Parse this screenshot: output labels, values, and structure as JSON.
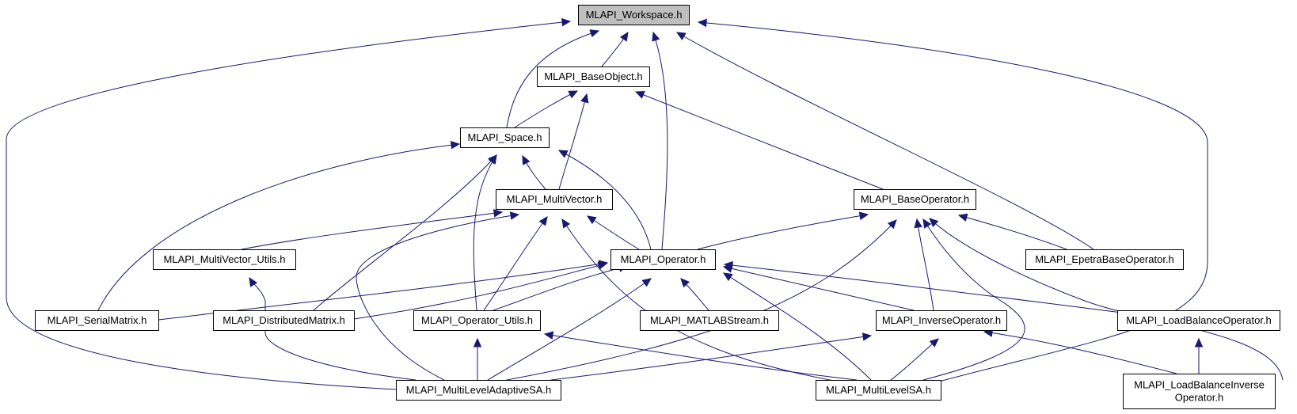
{
  "diagram": {
    "root": "workspace",
    "nodes": [
      {
        "id": "workspace",
        "label": "MLAPI_Workspace.h",
        "highlighted": true
      },
      {
        "id": "baseobject",
        "label": "MLAPI_BaseObject.h"
      },
      {
        "id": "space",
        "label": "MLAPI_Space.h"
      },
      {
        "id": "multivector",
        "label": "MLAPI_MultiVector.h"
      },
      {
        "id": "baseoperator",
        "label": "MLAPI_BaseOperator.h"
      },
      {
        "id": "mvutils",
        "label": "MLAPI_MultiVector_Utils.h"
      },
      {
        "id": "operator",
        "label": "MLAPI_Operator.h"
      },
      {
        "id": "epetrabaseop",
        "label": "MLAPI_EpetraBaseOperator.h"
      },
      {
        "id": "serialmatrix",
        "label": "MLAPI_SerialMatrix.h"
      },
      {
        "id": "distmatrix",
        "label": "MLAPI_DistributedMatrix.h"
      },
      {
        "id": "oputils",
        "label": "MLAPI_Operator_Utils.h"
      },
      {
        "id": "matlabstream",
        "label": "MLAPI_MATLABStream.h"
      },
      {
        "id": "inverseop",
        "label": "MLAPI_InverseOperator.h"
      },
      {
        "id": "loadbalanceop",
        "label": "MLAPI_LoadBalanceOperator.h"
      },
      {
        "id": "mladaptivesa",
        "label": "MLAPI_MultiLevelAdaptiveSA.h"
      },
      {
        "id": "mlsa",
        "label": "MLAPI_MultiLevelSA.h"
      },
      {
        "id": "lbinverseop",
        "label": [
          "MLAPI_LoadBalanceInverse",
          "Operator.h"
        ]
      }
    ],
    "edges": [
      {
        "from": "baseobject",
        "to": "workspace"
      },
      {
        "from": "space",
        "to": "workspace"
      },
      {
        "from": "operator",
        "to": "workspace"
      },
      {
        "from": "epetrabaseop",
        "to": "workspace"
      },
      {
        "from": "mladaptivesa",
        "to": "workspace"
      },
      {
        "from": "mlsa",
        "to": "workspace"
      },
      {
        "from": "space",
        "to": "baseobject"
      },
      {
        "from": "multivector",
        "to": "baseobject"
      },
      {
        "from": "baseoperator",
        "to": "baseobject"
      },
      {
        "from": "multivector",
        "to": "space"
      },
      {
        "from": "operator",
        "to": "space"
      },
      {
        "from": "serialmatrix",
        "to": "space"
      },
      {
        "from": "distmatrix",
        "to": "space"
      },
      {
        "from": "oputils",
        "to": "space"
      },
      {
        "from": "mvutils",
        "to": "multivector"
      },
      {
        "from": "operator",
        "to": "multivector"
      },
      {
        "from": "oputils",
        "to": "multivector"
      },
      {
        "from": "mladaptivesa",
        "to": "multivector"
      },
      {
        "from": "mlsa",
        "to": "multivector"
      },
      {
        "from": "operator",
        "to": "baseoperator"
      },
      {
        "from": "epetrabaseop",
        "to": "baseoperator"
      },
      {
        "from": "inverseop",
        "to": "baseoperator"
      },
      {
        "from": "mladaptivesa",
        "to": "baseoperator"
      },
      {
        "from": "mlsa",
        "to": "baseoperator"
      },
      {
        "from": "lbinverseop",
        "to": "baseoperator"
      },
      {
        "from": "mladaptivesa",
        "to": "mvutils"
      },
      {
        "from": "serialmatrix",
        "to": "operator"
      },
      {
        "from": "distmatrix",
        "to": "operator"
      },
      {
        "from": "oputils",
        "to": "operator"
      },
      {
        "from": "matlabstream",
        "to": "operator"
      },
      {
        "from": "inverseop",
        "to": "operator"
      },
      {
        "from": "loadbalanceop",
        "to": "operator"
      },
      {
        "from": "mladaptivesa",
        "to": "operator"
      },
      {
        "from": "mlsa",
        "to": "operator"
      },
      {
        "from": "mladaptivesa",
        "to": "oputils"
      },
      {
        "from": "mlsa",
        "to": "oputils"
      },
      {
        "from": "mladaptivesa",
        "to": "inverseop"
      },
      {
        "from": "mlsa",
        "to": "inverseop"
      },
      {
        "from": "lbinverseop",
        "to": "inverseop"
      },
      {
        "from": "lbinverseop",
        "to": "loadbalanceop"
      }
    ]
  }
}
